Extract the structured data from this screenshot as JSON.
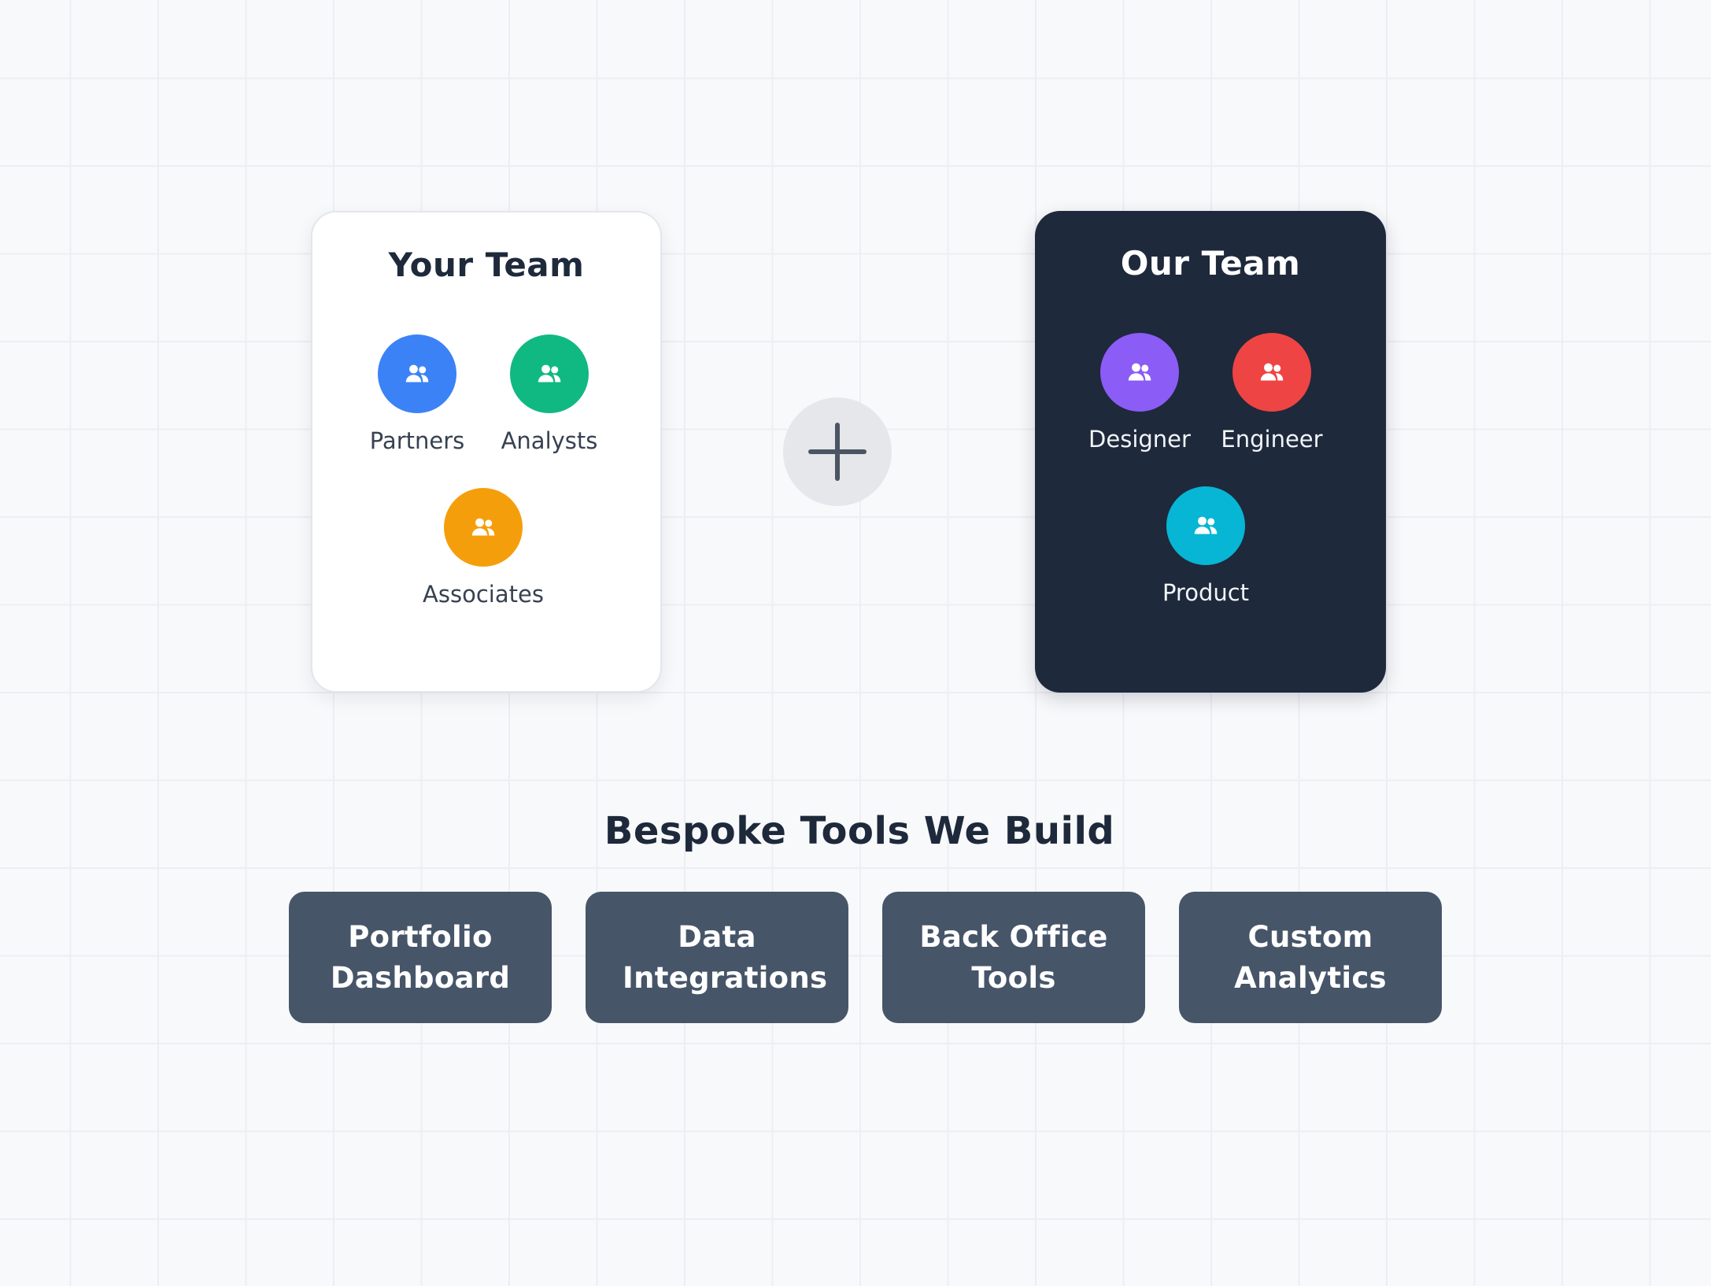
{
  "your_team": {
    "title": "Your Team",
    "members": [
      {
        "label": "Partners",
        "color": "#3b82f6",
        "icon": "users-icon"
      },
      {
        "label": "Analysts",
        "color": "#10b981",
        "icon": "users-icon"
      },
      {
        "label": "Associates",
        "color": "#f59e0b",
        "icon": "users-icon"
      }
    ]
  },
  "combine_icon": "plus-icon",
  "our_team": {
    "title": "Our Team",
    "members": [
      {
        "label": "Designer",
        "color": "#8b5cf6",
        "icon": "users-icon"
      },
      {
        "label": "Engineer",
        "color": "#ef4444",
        "icon": "users-icon"
      },
      {
        "label": "Product",
        "color": "#06b6d4",
        "icon": "users-icon"
      }
    ]
  },
  "tools": {
    "title": "Bespoke Tools We Build",
    "items": [
      {
        "label": "Portfolio Dashboard"
      },
      {
        "label": "Data Integrations"
      },
      {
        "label": "Back Office Tools"
      },
      {
        "label": "Custom Analytics"
      }
    ]
  },
  "colors": {
    "card_dark": "#1e293b",
    "tool_bg": "#475569",
    "plus_bg": "#e5e7eb",
    "plus_stroke": "#4b5563"
  }
}
